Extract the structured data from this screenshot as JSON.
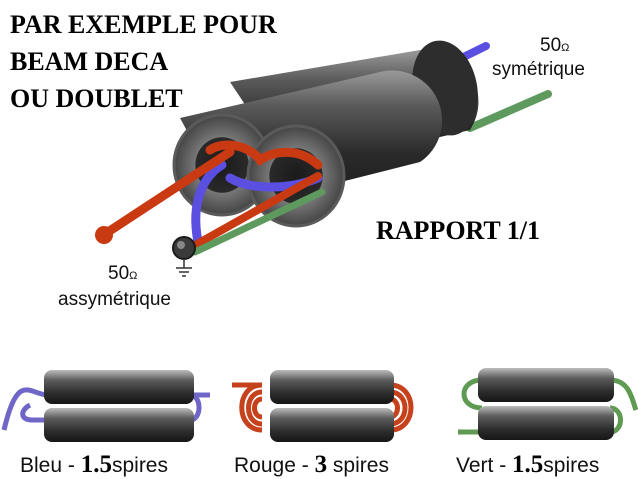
{
  "title_lines": [
    "PAR EXEMPLE POUR",
    "BEAM DECA",
    "OU DOUBLET"
  ],
  "ratio_label": "RAPPORT 1/1",
  "balanced_port": {
    "value": "50",
    "unit": "Ω",
    "label": "symétrique"
  },
  "unbalanced_port": {
    "value": "50",
    "unit": "Ω",
    "label": "assymétrique"
  },
  "windings": [
    {
      "color_name": "Bleu",
      "separator": "-",
      "turns": "1.5",
      "unit": "spires",
      "color": "#6f66c8"
    },
    {
      "color_name": "Rouge",
      "separator": "-",
      "turns": "3",
      "unit": "spires",
      "color": "#c6421c"
    },
    {
      "color_name": "Vert",
      "separator": "-",
      "turns": "1.5",
      "unit": "spires",
      "color": "#5f9a52"
    }
  ],
  "colors": {
    "blue_wire": "#5a4fe0",
    "red_wire": "#c93a12",
    "green_wire": "#5e9a5e",
    "ferrite": "#3a3a3a"
  }
}
